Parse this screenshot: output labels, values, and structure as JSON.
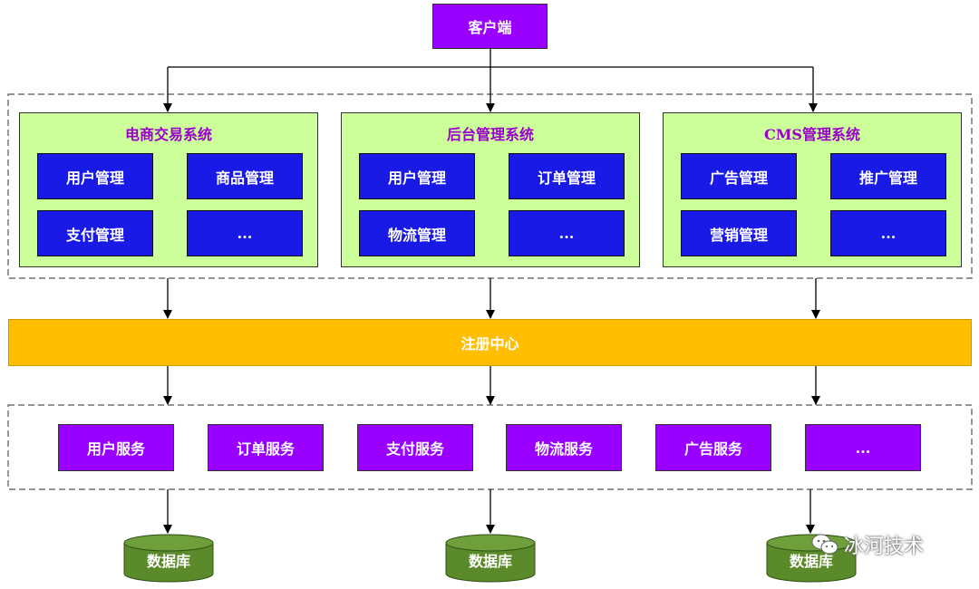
{
  "client": {
    "label": "客户端"
  },
  "systems": [
    {
      "title": "电商交易系统",
      "modules": [
        "用户管理",
        "商品管理",
        "支付管理",
        "..."
      ]
    },
    {
      "title": "后台管理系统",
      "modules": [
        "用户管理",
        "订单管理",
        "物流管理",
        "..."
      ]
    },
    {
      "title": "CMS管理系统",
      "modules": [
        "广告管理",
        "推广管理",
        "营销管理",
        "..."
      ]
    }
  ],
  "registry": {
    "label": "注册中心"
  },
  "services": [
    "用户服务",
    "订单服务",
    "支付服务",
    "物流服务",
    "广告服务",
    "..."
  ],
  "databases": [
    "数据库",
    "数据库",
    "数据库"
  ],
  "watermark": {
    "text": "冰河技术",
    "icon": "wechat-icon"
  },
  "colors": {
    "client": "#9900ff",
    "system_bg": "#ccff99",
    "system_title": "#9900cc",
    "module": "#1a1ae6",
    "registry": "#ffbf00",
    "service": "#9900ff",
    "database": "#5a8a2a"
  }
}
